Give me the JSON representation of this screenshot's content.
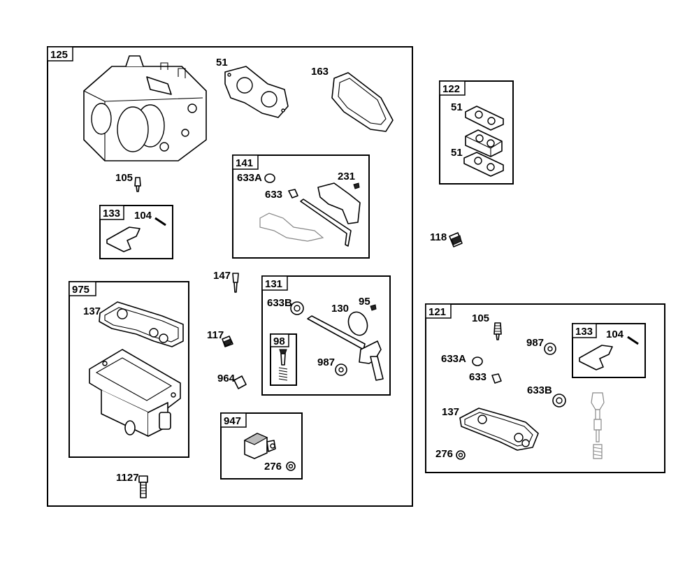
{
  "groups": {
    "g125": "125",
    "g141": "141",
    "g133a": "133",
    "g975": "975",
    "g131": "131",
    "g98": "98",
    "g947": "947",
    "g122": "122",
    "g121": "121",
    "g133b": "133"
  },
  "callouts": {
    "c51": "51",
    "c163": "163",
    "c105": "105",
    "c104": "104",
    "c633a": "633A",
    "c633": "633",
    "c231": "231",
    "c147": "147",
    "c633b": "633B",
    "c130": "130",
    "c95": "95",
    "c987": "987",
    "c137": "137",
    "c117": "117",
    "c964": "964",
    "c276": "276",
    "c1127": "1127",
    "c118": "118",
    "c51b": "51",
    "c51c": "51",
    "c105b": "105",
    "c987b": "987",
    "c104b": "104",
    "c633ab": "633A",
    "c633c": "633",
    "c633bb": "633B",
    "c137b": "137",
    "c276b": "276"
  }
}
